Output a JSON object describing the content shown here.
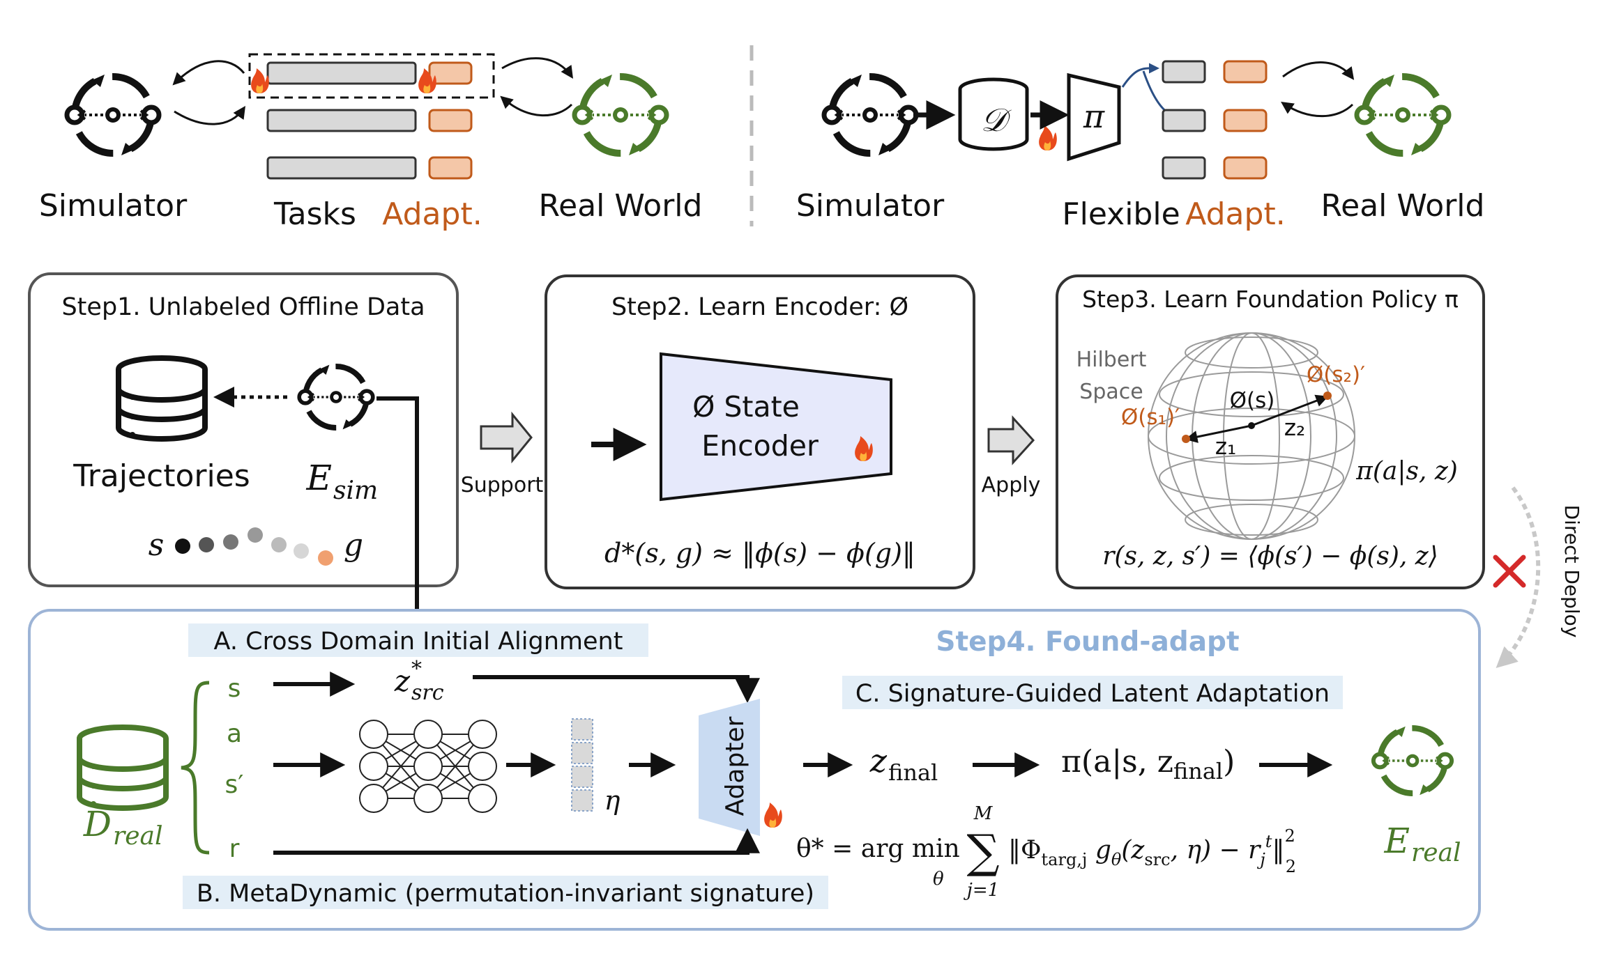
{
  "top_left": {
    "simulator_label": "Simulator",
    "tasks_label": "Tasks",
    "adapt_label": "Adapt.",
    "real_world_label": "Real World"
  },
  "top_right": {
    "simulator_label": "Simulator",
    "dataset_symbol": "𝒟",
    "policy_symbol": "π",
    "flexible_label": "Flexible",
    "adapt_label": "Adapt.",
    "real_world_label": "Real World"
  },
  "step1": {
    "title": "Step1. Unlabeled Offline Data",
    "trajectories_label": "Trajectories",
    "env_label_main": "E",
    "env_label_sub": "sim",
    "s_label": "s",
    "g_label": "g"
  },
  "support_label": "Support",
  "step2": {
    "title": "Step2. Learn Encoder: Ø",
    "encoder_line1": "Ø State",
    "encoder_line2": "Encoder",
    "distance_formula": "d*(s, g) ≈ ‖ϕ(s) − ϕ(g)‖"
  },
  "apply_label": "Apply",
  "step3": {
    "title": "Step3. Learn Foundation Policy π",
    "hilbert_line1": "Hilbert",
    "hilbert_line2": "Space",
    "phi_s": "Ø(s)",
    "phi_s1": "Ø(s₁)′",
    "phi_s2": "Ø(s₂)′",
    "z1": "z₁",
    "z2": "z₂",
    "policy_expr": "π(a|s, z)",
    "reward_formula": "r(s, z, s′) = ⟨ϕ(s′) − ϕ(s), z⟩"
  },
  "direct_deploy_label": "Direct Deploy",
  "step4": {
    "title": "Step4.  Found-adapt",
    "section_a": "A. Cross Domain  Initial Alignment",
    "section_b": "B. MetaDynamic (permutation-invariant signature)",
    "section_c": "C. Signature-Guided Latent Adaptation",
    "d_real_main": "D",
    "d_real_sub": "real",
    "inputs": [
      "s",
      "a",
      "s′",
      "r"
    ],
    "z_src_main": "z",
    "z_src_sub": "src",
    "z_src_sup": "*",
    "eta_label": "η",
    "adapter_label": "Adapter",
    "z_final_main": "z",
    "z_final_sub": "final",
    "policy_final": "π(a|s, z",
    "policy_final_sub": "final",
    "policy_final_end": ")",
    "objective": "θ* = arg min",
    "objective_sub": "θ",
    "sum_top": "M",
    "sum_bottom": "j=1",
    "objective_body": "‖Φ",
    "objective_targ": "targ,j",
    "objective_mid": " g",
    "objective_theta": "θ",
    "objective_args": "(z",
    "objective_src": "src",
    "objective_end": ", η) − r",
    "objective_rj_sub": "j",
    "objective_rj_sup": "t",
    "objective_norm": "‖",
    "objective_sq": "2",
    "objective_norm_sub": "2",
    "e_real_main": "E",
    "e_real_sub": "real"
  },
  "colors": {
    "orange": "#c05a1a",
    "green": "#4a7a2a",
    "step4_border": "#9db4d6",
    "step4_title": "#8eb0d8",
    "encoder_fill": "#e6e9fb",
    "adapter_fill": "#c9dbf2",
    "label_bg": "#e3eef7",
    "red_cross": "#d42a2a"
  }
}
